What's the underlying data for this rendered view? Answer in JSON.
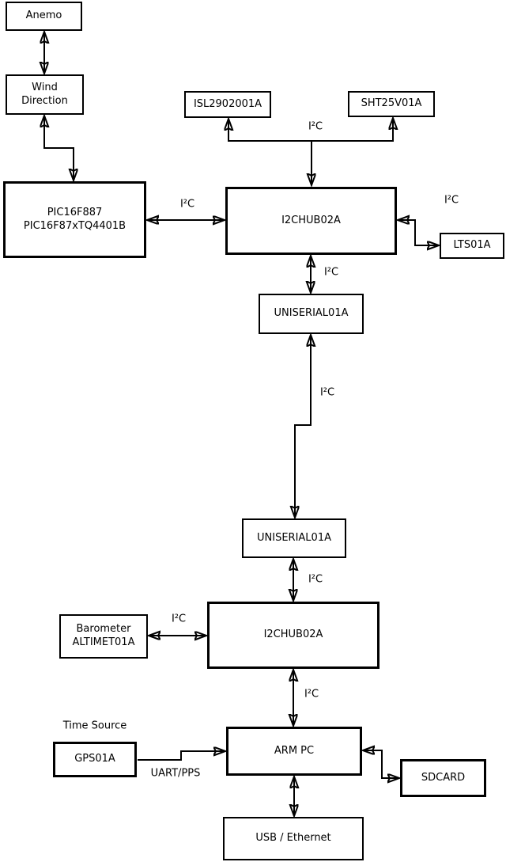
{
  "diagram": {
    "colors": {
      "background": "#ffffff",
      "stroke": "#000000",
      "text": "#000000"
    },
    "nodes": {
      "anemo": {
        "label": "Anemo"
      },
      "wind_direction": {
        "label": "Wind\nDirection"
      },
      "pic": {
        "label": "PIC16F887\nPIC16F87xTQ4401B"
      },
      "isl": {
        "label": "ISL2902001A"
      },
      "sht": {
        "label": "SHT25V01A"
      },
      "hub1": {
        "label": "I2CHUB02A"
      },
      "lts": {
        "label": "LTS01A"
      },
      "uniserial1": {
        "label": "UNISERIAL01A"
      },
      "uniserial2": {
        "label": "UNISERIAL01A"
      },
      "hub2": {
        "label": "I2CHUB02A"
      },
      "barometer": {
        "label": "Barometer\nALTIMET01A"
      },
      "gps": {
        "label": "GPS01A"
      },
      "arm_pc": {
        "label": "ARM PC"
      },
      "sdcard": {
        "label": "SDCARD"
      },
      "usb_ethernet": {
        "label": "USB / Ethernet"
      }
    },
    "edge_labels": {
      "i2c_sensors": "I²C",
      "i2c_pic_hub1": "I²C",
      "i2c_hub1_lts": "I²C",
      "i2c_hub1_uniserial1": "I²C",
      "i2c_serial_link": "I²C",
      "i2c_uniserial2_hub2": "I²C",
      "i2c_barometer_hub2": "I²C",
      "i2c_hub2_armpc": "I²C",
      "time_source": "Time Source",
      "uart_pps": "UART/PPS"
    }
  }
}
